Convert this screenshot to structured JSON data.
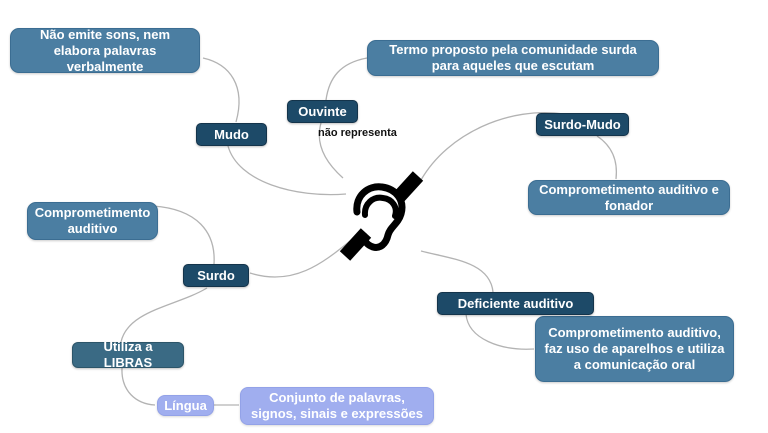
{
  "diagram": {
    "type": "concept-map",
    "background": "#ffffff",
    "colors": {
      "dark_node": "#1d4a68",
      "steel_box": "#4b7ea2",
      "libras_box": "#3a6a84",
      "periwinkle_box": "#a0aeef",
      "connector": "#b3b3b3",
      "icon": "#000000",
      "text_on_box": "#ffffff",
      "annotation_text": "#111111"
    },
    "center_icon": "deafness-ear-symbol",
    "nodes": {
      "mudo": "Mudo",
      "ouvinte": "Ouvinte",
      "surdo_mudo": "Surdo-Mudo",
      "surdo": "Surdo",
      "deficiente_auditivo": "Deficiente auditivo",
      "utiliza_libras": "Utiliza a LIBRAS",
      "lingua": "Língua"
    },
    "descriptions": {
      "mudo_desc": "Não emite sons, nem elabora palavras verbalmente",
      "ouvinte_desc": "Termo proposto pela comunidade surda para aqueles que escutam",
      "surdo_desc": "Comprometimento auditivo",
      "surdo_mudo_desc": "Comprometimento auditivo e fonador",
      "deficiente_desc": "Comprometimento auditivo, faz uso de aparelhos e utiliza a comunicação oral",
      "lingua_desc": "Conjunto de palavras, signos, sinais e expressões"
    },
    "annotation": "não representa",
    "edges": [
      "mudo_desc–mudo",
      "mudo–center",
      "ouvinte_desc–ouvinte",
      "ouvinte–center (não representa)",
      "center–surdo_mudo",
      "surdo_mudo–surdo_mudo_desc",
      "surdo_desc–surdo",
      "surdo–center",
      "center–deficiente_auditivo",
      "deficiente_auditivo–deficiente_desc",
      "surdo–utiliza_libras",
      "utiliza_libras–lingua",
      "lingua–lingua_desc"
    ]
  }
}
